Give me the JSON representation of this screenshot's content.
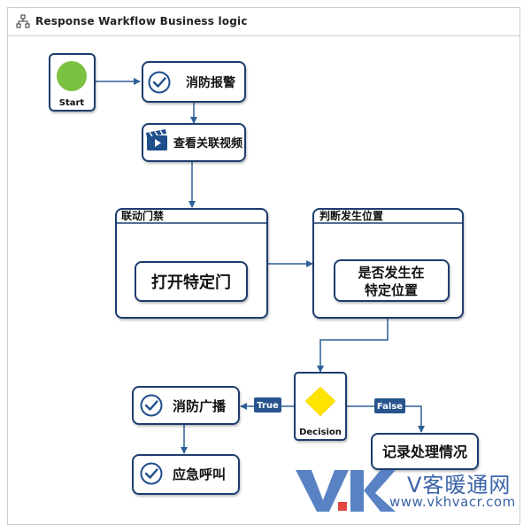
{
  "header": {
    "title": "Response Warkflow Business logic"
  },
  "nodes": {
    "start": "Start",
    "fire_alarm": "消防报警",
    "view_video": "查看关联视频",
    "door_group": "联动门禁",
    "open_door": "打开特定门",
    "location_group": "判断发生位置",
    "check_location_l1": "是否发生在",
    "check_location_l2": "特定位置",
    "decision": "Decision",
    "broadcast": "消防广播",
    "emergency_call": "应急呼叫",
    "record": "记录处理情况"
  },
  "edges": {
    "true_label": "True",
    "false_label": "False"
  },
  "watermark": {
    "letters": "VK",
    "name": "V客暖通网",
    "url": "www.vkhvacr.com"
  },
  "colors": {
    "node_border": "#1c3d6e",
    "edge": "#2e5f96",
    "check": "#1f4e8c",
    "start_fill": "#7cc242",
    "decision_fill": "#ffe400",
    "label_bg": "#27548e",
    "watermark_blue": "#4a78c0",
    "watermark_red": "#e0382f"
  },
  "icons": {
    "title": "workflow-icon",
    "task": "check-circle-icon",
    "video": "video-clapper-icon"
  }
}
